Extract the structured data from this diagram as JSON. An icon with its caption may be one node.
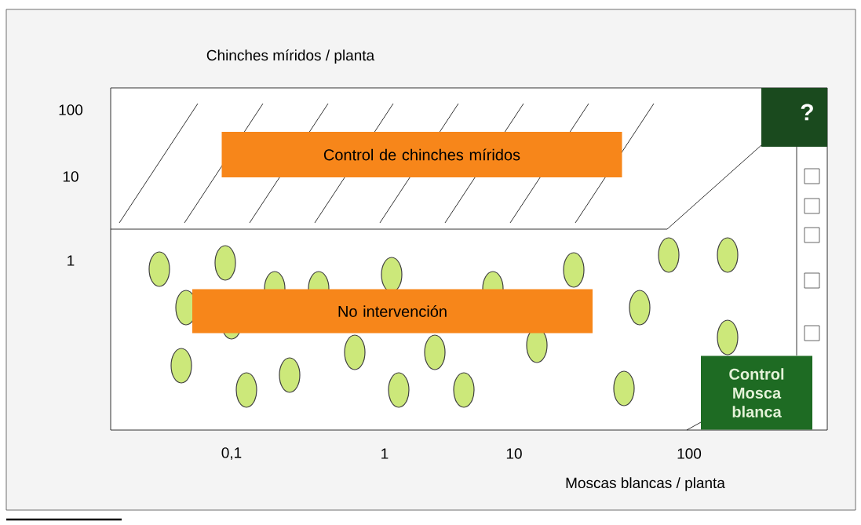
{
  "diagram": {
    "nodes": [
      {
        "text": [
          "Control de chinches míridos"
        ]
      },
      {
        "text": [
          "No intervención"
        ]
      },
      {
        "text": [
          "?"
        ]
      },
      {
        "text": [
          "Control Mosca blanca"
        ]
      }
    ],
    "labels": [
      "Chinches míridos / planta",
      "100",
      "10",
      "1",
      "0,1",
      "1",
      "10",
      "100",
      "Moscas blancas / planta"
    ]
  }
}
